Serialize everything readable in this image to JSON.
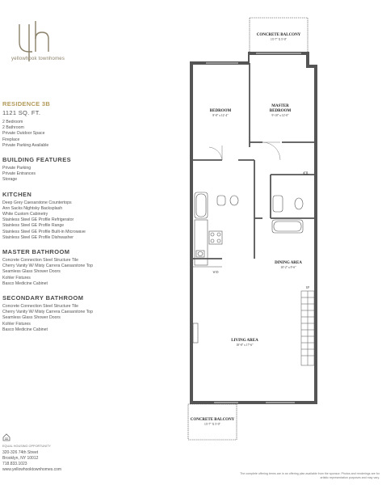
{
  "brand": {
    "monogram": "yh",
    "name": "yellowhook townhomes"
  },
  "residence": {
    "title": "RESIDENCE 3B",
    "size": "1121 SQ. FT.",
    "features": [
      "2 Bedroom",
      "2 Bathroom",
      "Private Outdoor Space",
      "Fireplace",
      "Private Parking Available"
    ]
  },
  "sections": [
    {
      "heading": "BUILDING FEATURES",
      "items": [
        "Private Parking",
        "Private Entrances",
        "Storage"
      ]
    },
    {
      "heading": "KITCHEN",
      "items": [
        "Deep Grey Caesarstone Countertops",
        "Ann Sacks Nightsky Backsplash",
        "White Custom Cabinetry",
        "Stainless Steel GE Profile Refrigerator",
        "Stainless Steel GE Profile Range",
        "Stainless Steel GE Profile Built-in Microwave",
        "Stainless Steel GE Profile Dishwasher"
      ]
    },
    {
      "heading": "MASTER BATHROOM",
      "items": [
        "Concrete Connection Steel Structure Tile",
        "Cherry Vanity W/ Misty Carrera Caesarstone Top",
        "Seamless Glass Shower Doors",
        "Kohler Fixtures",
        "Basco Medicine Cabinet"
      ]
    },
    {
      "heading": "SECONDARY BATHROOM",
      "items": [
        "Concrete Connection Steel Structure Tile",
        "Cherry Vanity W/ Misty Carrera Caesarstone Top",
        "Seamless Glass Shower Doors",
        "Kohler Fixtures",
        "Basco Medicine Cabinet"
      ]
    }
  ],
  "footer": {
    "equal_housing": "EQUAL HOUSING OPPORTUNITY",
    "address_lines": [
      "320-326 74th Street",
      "Brooklyn, NY 10012",
      "718.833.1023",
      "www.yellowhooktownhomes.com"
    ],
    "disclaimer": "The complete offering terms are in an offering plan available from the sponsor. Photos and renderings are for artistic representation purposes and may vary."
  },
  "plan": {
    "balcony_top": {
      "name": "CONCRETE BALCONY",
      "dim": "13'-7\" X 5'-0\""
    },
    "bedroom": {
      "name": "BEDROOM",
      "dim": "8'-8\" x 12'-4\""
    },
    "master_bedroom": {
      "name1": "MASTER",
      "name2": "BEDROOM",
      "dim": "9'-10\" x 12'-0\""
    },
    "closet": "CL",
    "washer_dryer": "W/D",
    "dining": {
      "name": "DINING AREA",
      "dim": "10'-2\" x 9'-6\""
    },
    "living": {
      "name": "LIVING AREA",
      "dim": "18'-8\" x 17'-6\""
    },
    "stair_label": "UP",
    "balcony_bottom": {
      "name": "CONCRETE BALCONY",
      "dim": "13'-7\" X 5'-0\""
    }
  }
}
